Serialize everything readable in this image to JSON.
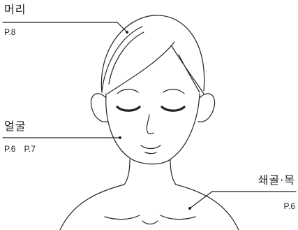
{
  "callouts": {
    "head": {
      "title": "머리",
      "pages": [
        "P.8"
      ]
    },
    "face": {
      "title": "얼굴",
      "pages": [
        "P.6",
        "P.7"
      ]
    },
    "neck": {
      "title": "쇄골·목",
      "pages": [
        "P.6"
      ]
    }
  },
  "colors": {
    "line": "#222222",
    "background": "#ffffff"
  }
}
